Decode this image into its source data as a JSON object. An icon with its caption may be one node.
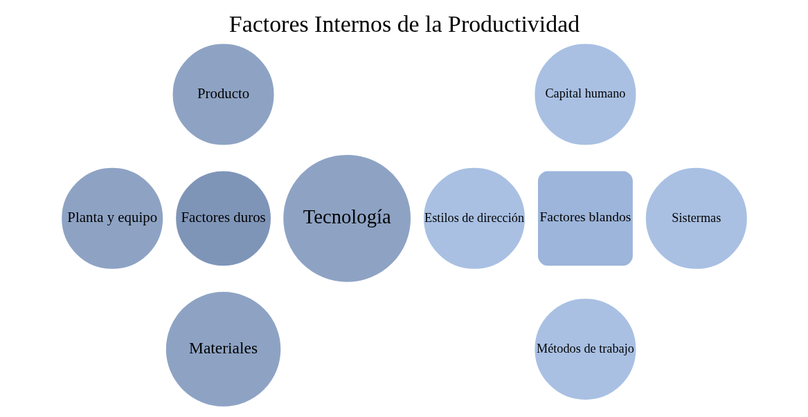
{
  "diagram": {
    "title": "Factores Internos de la Productividad",
    "nodes": [
      {
        "text": [
          "Factores duros"
        ]
      },
      {
        "text": [
          "Producto"
        ]
      },
      {
        "text": [
          "Planta y equipo"
        ]
      },
      {
        "text": [
          "Tecnología"
        ]
      },
      {
        "text": [
          "Materiales"
        ]
      },
      {
        "text": [
          "Factores blandos"
        ]
      },
      {
        "text": [
          "Capital humano"
        ]
      },
      {
        "text": [
          "Estilos de dirección"
        ]
      },
      {
        "text": [
          "Sistermas"
        ]
      },
      {
        "text": [
          "Métodos de trabajo"
        ]
      }
    ],
    "edges": []
  }
}
